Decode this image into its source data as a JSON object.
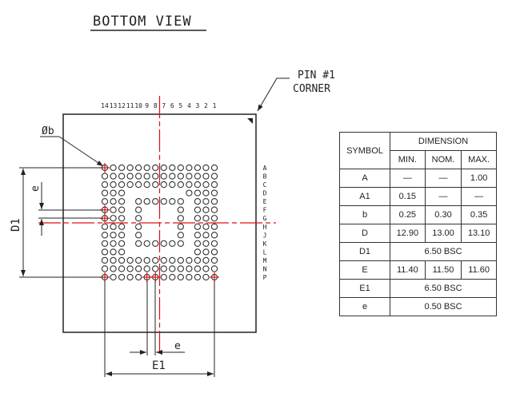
{
  "title": "BOTTOM VIEW",
  "pin1_label": [
    "PIN #1",
    "CORNER"
  ],
  "ball_label": "Øb",
  "column_numbers": [
    "14",
    "13",
    "12",
    "11",
    "10",
    "9",
    "8",
    "7",
    "6",
    "5",
    "4",
    "3",
    "2",
    "1"
  ],
  "row_letters": [
    "A",
    "B",
    "C",
    "D",
    "E",
    "F",
    "G",
    "H",
    "J",
    "K",
    "L",
    "M",
    "N",
    "P"
  ],
  "ball_map": [
    "11111111111111",
    "11111111111111",
    "11111111111111",
    "11100000001111",
    "11101111110111",
    "11101000010111",
    "11101000010111",
    "11101000010111",
    "11101000010111",
    "11101111110111",
    "11100000000111",
    "11111111111111",
    "11111111111111",
    "11111111111111"
  ],
  "dimension_labels": {
    "D1": "D1",
    "E1": "E1",
    "e": "e"
  },
  "colors": {
    "line": "#222222",
    "centerline": "#e01010"
  },
  "table": {
    "symbol_header": "SYMBOL",
    "dimension_header": "DIMENSION",
    "subheaders": [
      "MIN.",
      "NOM.",
      "MAX."
    ],
    "rows": [
      {
        "symbol": "A",
        "min": "—",
        "nom": "—",
        "max": "1.00"
      },
      {
        "symbol": "A1",
        "min": "0.15",
        "nom": "—",
        "max": "—"
      },
      {
        "symbol": "b",
        "min": "0.25",
        "nom": "0.30",
        "max": "0.35"
      },
      {
        "symbol": "D",
        "min": "12.90",
        "nom": "13.00",
        "max": "13.10"
      },
      {
        "symbol": "D1",
        "span": "6.50 BSC"
      },
      {
        "symbol": "E",
        "min": "11.40",
        "nom": "11.50",
        "max": "11.60"
      },
      {
        "symbol": "E1",
        "span": "6.50 BSC"
      },
      {
        "symbol": "e",
        "span": "0.50 BSC"
      }
    ]
  }
}
